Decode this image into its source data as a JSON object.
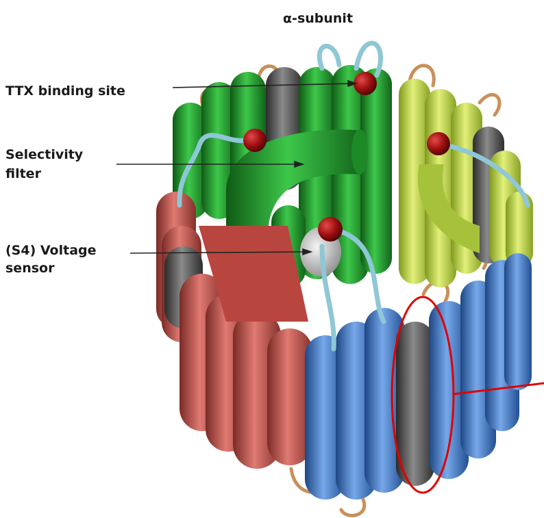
{
  "title": "α-subunit",
  "labels": {
    "ttx": "TTX binding site",
    "selectivity_line1": "Selectivity",
    "selectivity_line2": "filter",
    "voltage_line1": "(S4) Voltage",
    "voltage_line2": "sensor"
  },
  "colors": {
    "domain_green": "#1f9a2a",
    "domain_yellow": "#bcd43a",
    "domain_red": "#c0504a",
    "domain_blue": "#3f78c8",
    "s4_helix": "#4a4a4a",
    "binding_site": "#a01010",
    "loop_cyan": "#9fd3df",
    "loop_tan": "#d09a62",
    "highlight": "#e00000"
  }
}
